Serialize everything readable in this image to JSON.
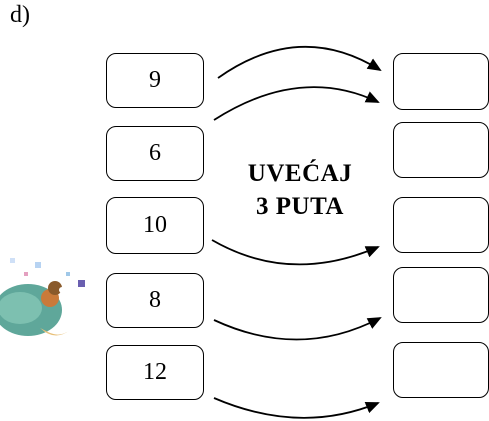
{
  "exercise": {
    "label": "d)",
    "instruction_line1": "UVEĆAJ",
    "instruction_line2": "3 PUTA",
    "inputs": [
      "9",
      "6",
      "10",
      "8",
      "12"
    ],
    "answers": [
      "",
      "",
      "",
      "",
      ""
    ]
  }
}
